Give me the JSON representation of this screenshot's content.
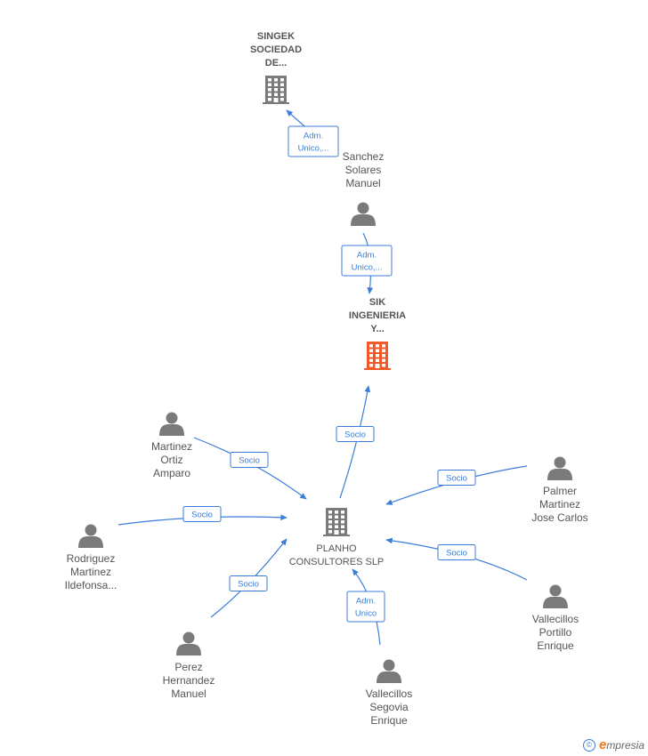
{
  "colors": {
    "edge": "#3b7dd8",
    "node_gray": "#7a7a7a",
    "node_focus": "#f05a28",
    "label": "#555555"
  },
  "nodes": [
    {
      "id": "singek",
      "kind": "company",
      "lines": [
        "SINGEK",
        "SOCIEDAD",
        "DE..."
      ],
      "icon": "building-icon"
    },
    {
      "id": "sanchez",
      "kind": "person",
      "lines": [
        "Sanchez",
        "Solares",
        "Manuel"
      ],
      "icon": "person-icon"
    },
    {
      "id": "sik",
      "kind": "company",
      "focus": true,
      "lines": [
        "SIK",
        "INGENIERIA",
        "Y..."
      ],
      "icon": "building-icon"
    },
    {
      "id": "planho",
      "kind": "company",
      "lines": [
        "PLANHO",
        "CONSULTORES SLP"
      ],
      "icon": "building-icon"
    },
    {
      "id": "martinez",
      "kind": "person",
      "lines": [
        "Martinez",
        "Ortiz",
        "Amparo"
      ],
      "icon": "person-icon"
    },
    {
      "id": "rodriguez",
      "kind": "person",
      "lines": [
        "Rodriguez",
        "Martinez",
        "Ildefonsa..."
      ],
      "icon": "person-icon"
    },
    {
      "id": "perez",
      "kind": "person",
      "lines": [
        "Perez",
        "Hernandez",
        "Manuel"
      ],
      "icon": "person-icon"
    },
    {
      "id": "vallecillos_s",
      "kind": "person",
      "lines": [
        "Vallecillos",
        "Segovia",
        "Enrique"
      ],
      "icon": "person-icon"
    },
    {
      "id": "palmer",
      "kind": "person",
      "lines": [
        "Palmer",
        "Martinez",
        "Jose Carlos"
      ],
      "icon": "person-icon"
    },
    {
      "id": "vallecillos_p",
      "kind": "person",
      "lines": [
        "Vallecillos",
        "Portillo",
        "Enrique"
      ],
      "icon": "person-icon"
    }
  ],
  "edges": [
    {
      "from": "sanchez",
      "to": "singek",
      "lines": [
        "Adm.",
        "Unico,..."
      ]
    },
    {
      "from": "sanchez",
      "to": "sik",
      "lines": [
        "Adm.",
        "Unico,..."
      ]
    },
    {
      "from": "planho",
      "to": "sik",
      "lines": [
        "Socio"
      ]
    },
    {
      "from": "martinez",
      "to": "planho",
      "lines": [
        "Socio"
      ]
    },
    {
      "from": "rodriguez",
      "to": "planho",
      "lines": [
        "Socio"
      ]
    },
    {
      "from": "perez",
      "to": "planho",
      "lines": [
        "Socio"
      ]
    },
    {
      "from": "vallecillos_s",
      "to": "planho",
      "lines": [
        "Adm.",
        "Unico"
      ]
    },
    {
      "from": "palmer",
      "to": "planho",
      "lines": [
        "Socio"
      ]
    },
    {
      "from": "vallecillos_p",
      "to": "planho",
      "lines": [
        "Socio"
      ]
    }
  ],
  "watermark": {
    "copyright": "©",
    "brand_initial": "e",
    "brand_rest": "mpresia"
  }
}
